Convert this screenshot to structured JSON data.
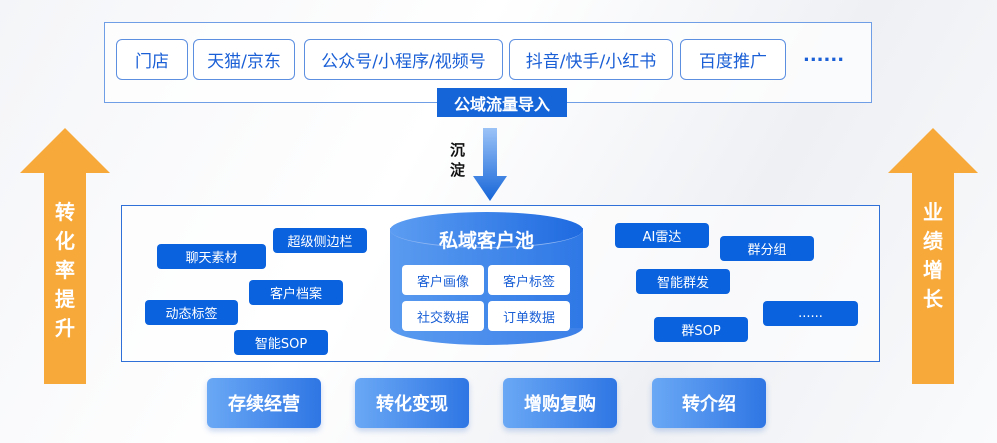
{
  "public_traffic": {
    "channels": [
      "门店",
      "天猫/京东",
      "公众号/小程序/视频号",
      "抖音/快手/小红书",
      "百度推广"
    ],
    "more": "......",
    "label": "公域流量导入"
  },
  "sediment_label": "沉淀",
  "left_arrow": {
    "label": "转化率提升",
    "color": "#f7a93a"
  },
  "right_arrow": {
    "label": "业绩增长",
    "color": "#f7a93a"
  },
  "pool": {
    "title": "私域客户池",
    "cells": [
      "客户画像",
      "客户标签",
      "社交数据",
      "订单数据"
    ]
  },
  "left_tools": [
    "聊天素材",
    "超级侧边栏",
    "客户档案",
    "动态标签",
    "智能SOP"
  ],
  "right_tools": [
    "AI雷达",
    "群分组",
    "智能群发",
    "......",
    "群SOP"
  ],
  "outcomes": [
    "存续经营",
    "转化变现",
    "增购复购",
    "转介绍"
  ]
}
